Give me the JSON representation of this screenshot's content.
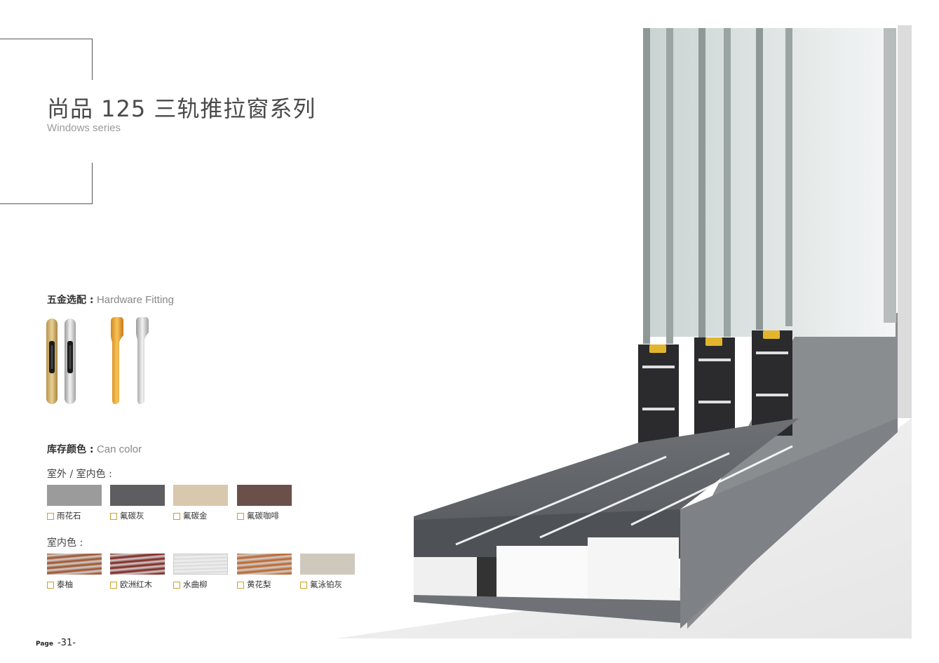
{
  "header": {
    "title": "尚品 125 三轨推拉窗系列",
    "subtitle": "Windows series"
  },
  "hardware": {
    "label_cn": "五金选配 :",
    "label_en": "Hardware Fitting"
  },
  "colors": {
    "label_cn": "库存颜色 :",
    "label_en": "Can color",
    "outdoor_group": {
      "label": "室外 / 室内色 :",
      "swatches": [
        {
          "name": "雨花石",
          "color": "#9b9b9b"
        },
        {
          "name": "氟碳灰",
          "color": "#5e5e60"
        },
        {
          "name": "氟碳金",
          "color": "#d8c8ad"
        },
        {
          "name": "氟碳咖啡",
          "color": "#6a5048"
        }
      ]
    },
    "indoor_group": {
      "label": "室内色 :",
      "swatches": [
        {
          "name": "泰柚",
          "color": "#9b4a22"
        },
        {
          "name": "欧洲红木",
          "color": "#7a1a14"
        },
        {
          "name": "水曲柳",
          "color": "#f1f1f1"
        },
        {
          "name": "黄花梨",
          "color": "#b95e22"
        },
        {
          "name": "氟泳铂灰",
          "color": "#cfc9bd"
        }
      ]
    }
  },
  "footer": {
    "page_word": "Page",
    "page_number": "-31-"
  }
}
